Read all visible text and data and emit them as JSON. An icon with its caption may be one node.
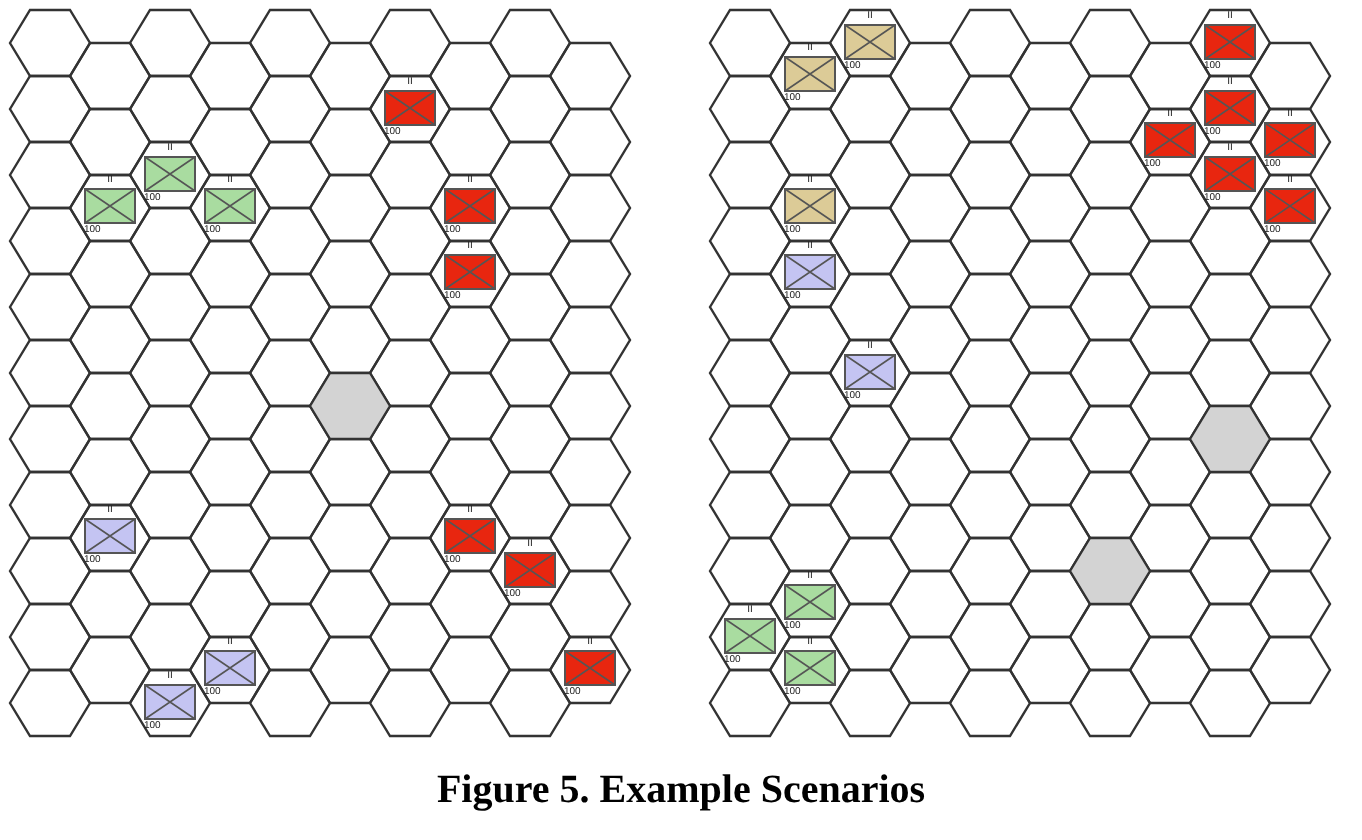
{
  "diagram": {
    "caption": "Figure 5. Example Scenarios",
    "nodes": [
      {
        "text": [
          "II",
          "100"
        ]
      },
      {
        "text": [
          "II",
          "100"
        ]
      },
      {
        "text": [
          "II",
          "100"
        ]
      },
      {
        "text": [
          "II",
          "100"
        ]
      },
      {
        "text": [
          "II",
          "100"
        ]
      },
      {
        "text": [
          "II",
          "100"
        ]
      },
      {
        "text": [
          "II",
          "100"
        ]
      },
      {
        "text": [
          "II",
          "100"
        ]
      },
      {
        "text": [
          "II",
          "100"
        ]
      },
      {
        "text": [
          "II",
          "100"
        ]
      },
      {
        "text": [
          "II",
          "100"
        ]
      },
      {
        "text": [
          "II",
          "100"
        ]
      },
      {
        "text": [
          "II",
          "100"
        ]
      },
      {
        "text": [
          "II",
          "100"
        ]
      },
      {
        "text": [
          "II",
          "100"
        ]
      },
      {
        "text": [
          "II",
          "100"
        ]
      },
      {
        "text": [
          "II",
          "100"
        ]
      },
      {
        "text": [
          "II",
          "100"
        ]
      },
      {
        "text": [
          "II",
          "100"
        ]
      },
      {
        "text": [
          "II",
          "100"
        ]
      },
      {
        "text": [
          "II",
          "100"
        ]
      },
      {
        "text": [
          "II",
          "100"
        ]
      },
      {
        "text": [
          "II",
          "100"
        ]
      },
      {
        "text": [
          "II",
          "100"
        ]
      },
      {
        "text": [
          "II",
          "100"
        ]
      },
      {
        "text": [
          "II",
          "100"
        ]
      }
    ]
  }
}
